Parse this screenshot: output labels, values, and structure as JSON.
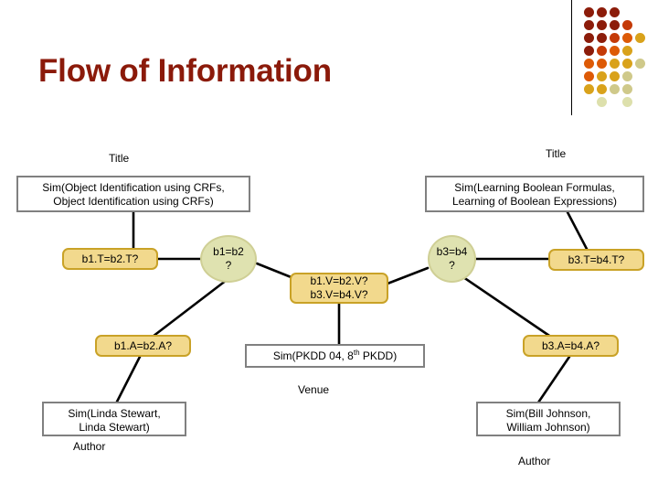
{
  "slide": {
    "title": "Flow of Information",
    "title_color": "#8B1A0A",
    "background": "#ffffff"
  },
  "decoration": {
    "name": "dot-grid-corner",
    "rule_color": "#000000",
    "dot_colors": [
      "#8C1C0A",
      "#A32408",
      "#C43A07",
      "#DD5A06",
      "#E07B10",
      "#D9A21B",
      "#CFC98A",
      "#DDE0AC"
    ]
  },
  "captions": [
    {
      "id": "title-left",
      "text": "Title"
    },
    {
      "id": "title-right",
      "text": "Title"
    },
    {
      "id": "venue",
      "text": "Venue"
    },
    {
      "id": "author-left",
      "text": "Author"
    },
    {
      "id": "author-right",
      "text": "Author"
    }
  ],
  "plain_boxes": [
    {
      "id": "sim-title-left",
      "lines": [
        "Sim(Object Identification using CRFs,",
        "Object Identification using CRFs)"
      ]
    },
    {
      "id": "sim-title-right",
      "lines": [
        "Sim(Learning Boolean Formulas,",
        "Learning of Boolean Expressions)"
      ]
    },
    {
      "id": "sim-venue",
      "lines": [
        "Sim(PKDD 04, 8th PKDD)"
      ],
      "superscript": "th",
      "text_before_sup": "Sim(PKDD 04, 8",
      "text_after_sup": " PKDD)"
    },
    {
      "id": "sim-author-left",
      "lines": [
        "Sim(Linda Stewart,",
        "Linda Stewart)"
      ]
    },
    {
      "id": "sim-author-right",
      "lines": [
        "Sim(Bill Johnson,",
        "William Johnson)"
      ]
    }
  ],
  "gold_boxes": [
    {
      "id": "b1t-b2t",
      "lines": [
        "b1.T=b2.T?"
      ]
    },
    {
      "id": "b1v-b2v",
      "lines": [
        "b1.V=b2.V?",
        "b3.V=b4.V?"
      ]
    },
    {
      "id": "b3t-b4t",
      "lines": [
        "b3.T=b4.T?"
      ]
    },
    {
      "id": "b1a-b2a",
      "lines": [
        "b1.A=b2.A?"
      ]
    },
    {
      "id": "b3a-b4a",
      "lines": [
        "b3.A=b4.A?"
      ]
    }
  ],
  "circles": [
    {
      "id": "b1-b2",
      "lines": [
        "b1=b2",
        "?"
      ]
    },
    {
      "id": "b3-b4",
      "lines": [
        "b3=b4",
        "?"
      ]
    }
  ],
  "colors": {
    "gold_fill": "#F2D98D",
    "gold_border": "#C9A227",
    "circle_fill": "#DFE2B0",
    "circle_border": "#CFCF95",
    "plain_border": "#808080",
    "link": "#000000"
  }
}
